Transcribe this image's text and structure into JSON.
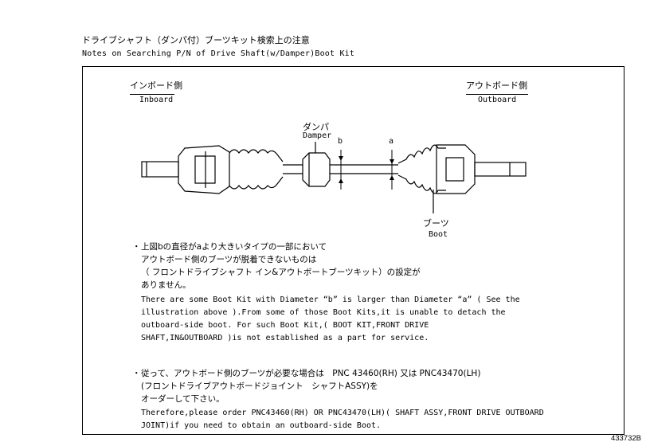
{
  "header": {
    "title_jp": "ドライブシャフト（ダンパ付）ブーツキット検索上の注意",
    "title_en": "Notes on Searching P/N of Drive Shaft(w/Damper)Boot Kit"
  },
  "diagram": {
    "inboard_jp": "インボード側",
    "inboard_en": "Inboard",
    "outboard_jp": "アウトボード側",
    "outboard_en": "Outboard",
    "damper_jp": "ダンパ",
    "damper_en": "Damper",
    "boot_jp": "ブーツ",
    "boot_en": "Boot",
    "dim_b": "b",
    "dim_a": "a"
  },
  "note1": {
    "bullet": "・",
    "jp_lines": [
      "上図bの直径がaより大きいタイプの一部において",
      "アウトボード側のブーツが脱着できないものは",
      "（ フロントドライブシャフト イン&アウトボートブーツキット）の設定が",
      "ありません。"
    ],
    "en_lines": [
      "There are some Boot Kit with Diameter “b” is larger than Diameter “a” ( See the",
      "illustration above ).From some of those Boot Kits,it is unable to detach the",
      "outboard-side boot. For such Boot Kit,( BOOT KIT,FRONT DRIVE",
      "SHAFT,IN&OUTBOARD )is not established as a part for service."
    ]
  },
  "note2": {
    "bullet": "・",
    "jp_lines": [
      "従って、アウトボード側のブーツが必要な場合は　PNC 43460(RH) 又は PNC43470(LH)",
      "(フロントドライブアウトボードジョイント　シャフトASSY)を",
      "オーダーして下さい。"
    ],
    "en_lines": [
      "Therefore,please order PNC43460(RH) OR PNC43470(LH)( SHAFT ASSY,FRONT DRIVE OUTBOARD",
      "JOINT)if you need to obtain an outboard-side Boot."
    ]
  },
  "figure_id": "433732B"
}
